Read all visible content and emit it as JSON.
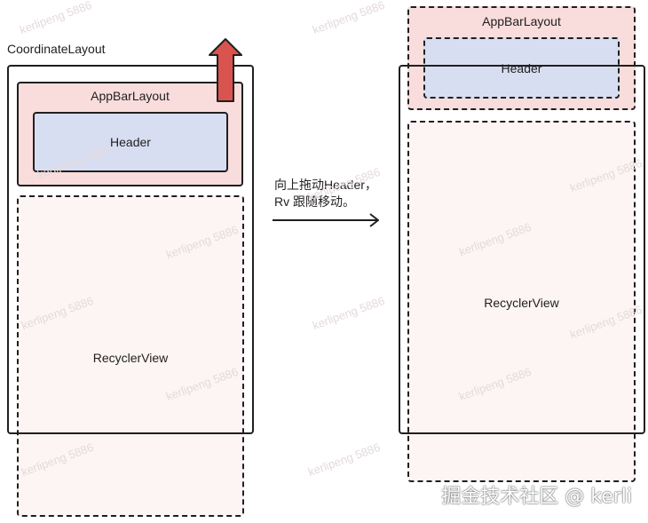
{
  "left": {
    "container_label": "CoordinateLayout",
    "appbar_label": "AppBarLayout",
    "header_label": "Header",
    "recycler_label": "RecyclerView"
  },
  "middle": {
    "caption_line1": "向上拖动Header，",
    "caption_line2": "Rv 跟随移动。"
  },
  "right": {
    "appbar_label": "AppBarLayout",
    "header_label": "Header",
    "recycler_label": "RecyclerView"
  },
  "watermark_text": "kerlipeng 5886",
  "footer_watermark": "掘金技术社区 @ kerli",
  "colors": {
    "appbar_fill": "#f9dcdc",
    "header_fill": "#d8def2",
    "arrow_fill": "#d9534f",
    "outline": "#1f1f1f"
  }
}
